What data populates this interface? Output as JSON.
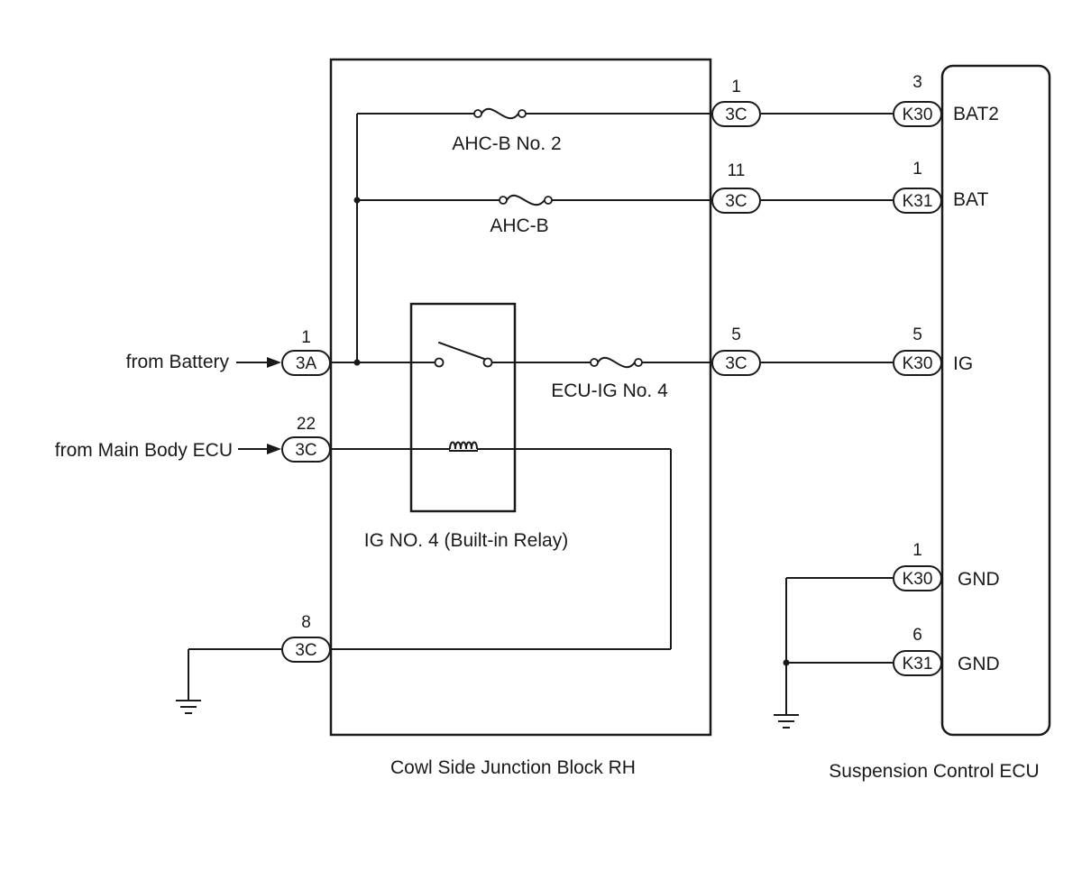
{
  "blocks": {
    "junction_block": "Cowl Side Junction Block RH",
    "ecu": "Suspension Control ECU"
  },
  "inputs": {
    "battery": "from Battery",
    "main_body": "from Main Body ECU"
  },
  "components": {
    "fuse_ahc_b2": "AHC-B No. 2",
    "fuse_ahc_b": "AHC-B",
    "fuse_ecu_ig4": "ECU-IG No. 4",
    "relay": "IG NO. 4 (Built-in Relay)"
  },
  "connectors": {
    "c3a_in": {
      "label": "3A",
      "pin": "1"
    },
    "c3c_22": {
      "label": "3C",
      "pin": "22"
    },
    "c3c_8": {
      "label": "3C",
      "pin": "8"
    },
    "c3c_1": {
      "label": "3C",
      "pin": "1"
    },
    "c3c_11": {
      "label": "3C",
      "pin": "11"
    },
    "c3c_5": {
      "label": "3C",
      "pin": "5"
    },
    "k30_bat2": {
      "label": "K30",
      "pin": "3"
    },
    "k31_bat": {
      "label": "K31",
      "pin": "1"
    },
    "k30_ig": {
      "label": "K30",
      "pin": "5"
    },
    "k30_gnd": {
      "label": "K30",
      "pin": "1"
    },
    "k31_gnd": {
      "label": "K31",
      "pin": "6"
    }
  },
  "terminals": {
    "bat2": "BAT2",
    "bat": "BAT",
    "ig": "IG",
    "gnd1": "GND",
    "gnd2": "GND"
  }
}
